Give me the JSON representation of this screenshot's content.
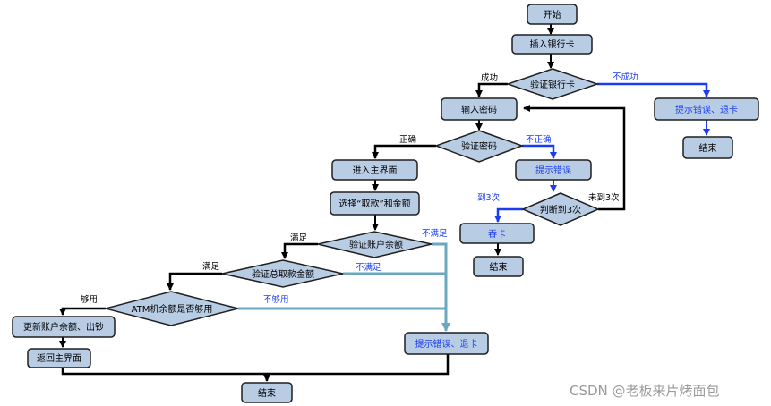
{
  "colors": {
    "node_fill": "#b8cce4",
    "node_stroke": "#1f1f1f",
    "line_black": "#000000",
    "line_blue": "#1a3df0",
    "line_teal": "#6aa8c0",
    "text_blue": "#1a3df0",
    "watermark": "#9a9a9a"
  },
  "nodes": {
    "start": "开始",
    "insert_card": "插入银行卡",
    "verify_card": "验证银行卡",
    "enter_password": "输入密码",
    "prompt_error_return_card_top": "提示错误、退卡",
    "end_top_right": "结束",
    "verify_password": "验证密码",
    "enter_main": "进入主界面",
    "prompt_error": "提示错误",
    "select_withdraw": "选择“取款”和金额",
    "judge_three": "判断到3次",
    "swallow_card": "吞卡",
    "end_mid": "结束",
    "verify_account_balance": "验证账户余额",
    "verify_total_withdraw": "验证总取款金额",
    "atm_balance_check": "ATM机余额是否够用",
    "update_balance": "更新账户余额、出钞",
    "return_main": "返回主界面",
    "prompt_error_return_card_bottom": "提示错误、退卡",
    "end_bottom": "结束"
  },
  "edge_labels": {
    "success": "成功",
    "fail": "不成功",
    "correct": "正确",
    "incorrect": "不正确",
    "reached_three": "到3次",
    "not_reached_three": "未到3次",
    "satisfied_1": "满足",
    "not_satisfied_1": "不满足",
    "satisfied_2": "满足",
    "not_satisfied_2": "不满足",
    "enough": "够用",
    "not_enough": "不够用"
  },
  "watermark": "CSDN @老板来片烤面包"
}
